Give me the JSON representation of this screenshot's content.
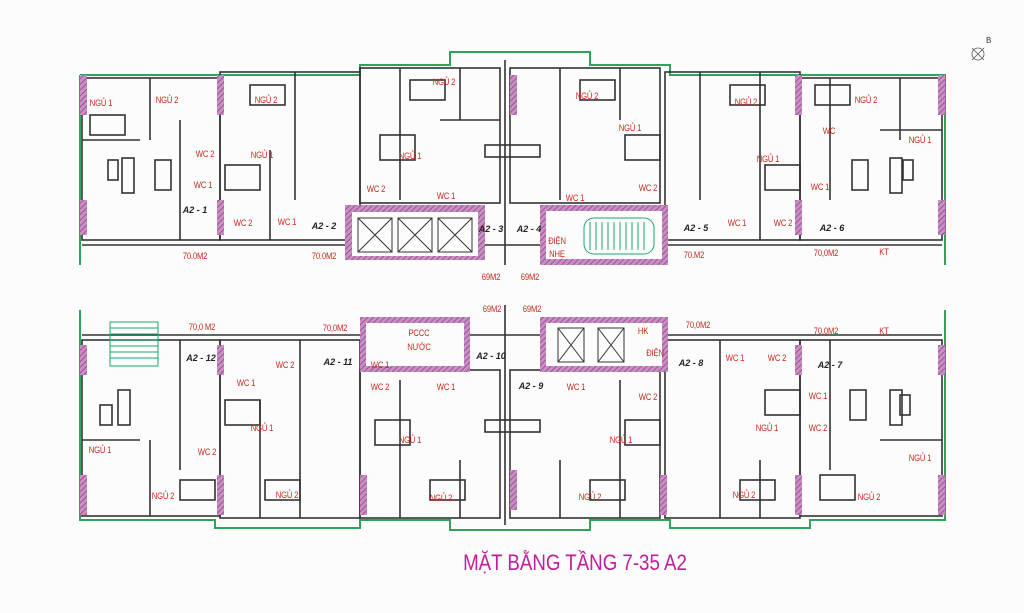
{
  "title": "MẶT BẰNG TẦNG 7-35 A2",
  "compass_letter": "B",
  "colors": {
    "wall": "#333333",
    "facade": "#2fa35a",
    "core_hatch": "#a8539e",
    "room_label": "#c8281e",
    "title": "#c21d9b"
  },
  "rooms": [
    "NGỦ 1",
    "NGỦ 2",
    "NGỦ 2",
    "NGỦ 1",
    "WC 2",
    "WC 1",
    "WC 2",
    "WC 1",
    "NGỦ 2",
    "NGỦ 1",
    "WC 2",
    "WC 1",
    "NGỦ 2",
    "NGỦ 1",
    "WC 1",
    "WC 2",
    "ĐIỆN",
    "NHẸ",
    "NGỦ 2",
    "NGỦ 1",
    "WC 1",
    "WC 2",
    "WC",
    "WC 1",
    "NGỦ 2",
    "NGỦ 1",
    "KT",
    "WC 2",
    "WC 1",
    "NGỦ 1",
    "NGỦ 1",
    "WC 2",
    "NGỦ 2",
    "NGỦ 2",
    "WC 1",
    "PCCC",
    "NƯỚC",
    "WC 2",
    "WC 1",
    "NGỦ 1",
    "NGỦ 2",
    "HK",
    "ĐIỆN",
    "WC 1",
    "WC 2",
    "NGỦ 1",
    "NGỦ 2",
    "WC 1",
    "WC 2",
    "NGỦ 1",
    "NGỦ 2",
    "KT",
    "WC 1",
    "WC 2",
    "NGỦ 1",
    "NGỦ 2"
  ],
  "units": [
    {
      "code": "A2 - 1",
      "area": "70.0M2"
    },
    {
      "code": "A2 - 2",
      "area": "70.0M2"
    },
    {
      "code": "A2 - 3",
      "area": "69M2"
    },
    {
      "code": "A2 - 4",
      "area": "69M2"
    },
    {
      "code": "A2 - 5",
      "area": "70.M2"
    },
    {
      "code": "A2 - 6",
      "area": "70,0M2"
    },
    {
      "code": "A2 - 7",
      "area": "70,0M2"
    },
    {
      "code": "A2 - 8",
      "area": "70,0M2"
    },
    {
      "code": "A2 - 9",
      "area": "69M2"
    },
    {
      "code": "A2 - 10",
      "area": "69M2"
    },
    {
      "code": "A2 - 11",
      "area": "70,0M2"
    },
    {
      "code": "A2 - 12",
      "area": "70,0 M2"
    }
  ]
}
